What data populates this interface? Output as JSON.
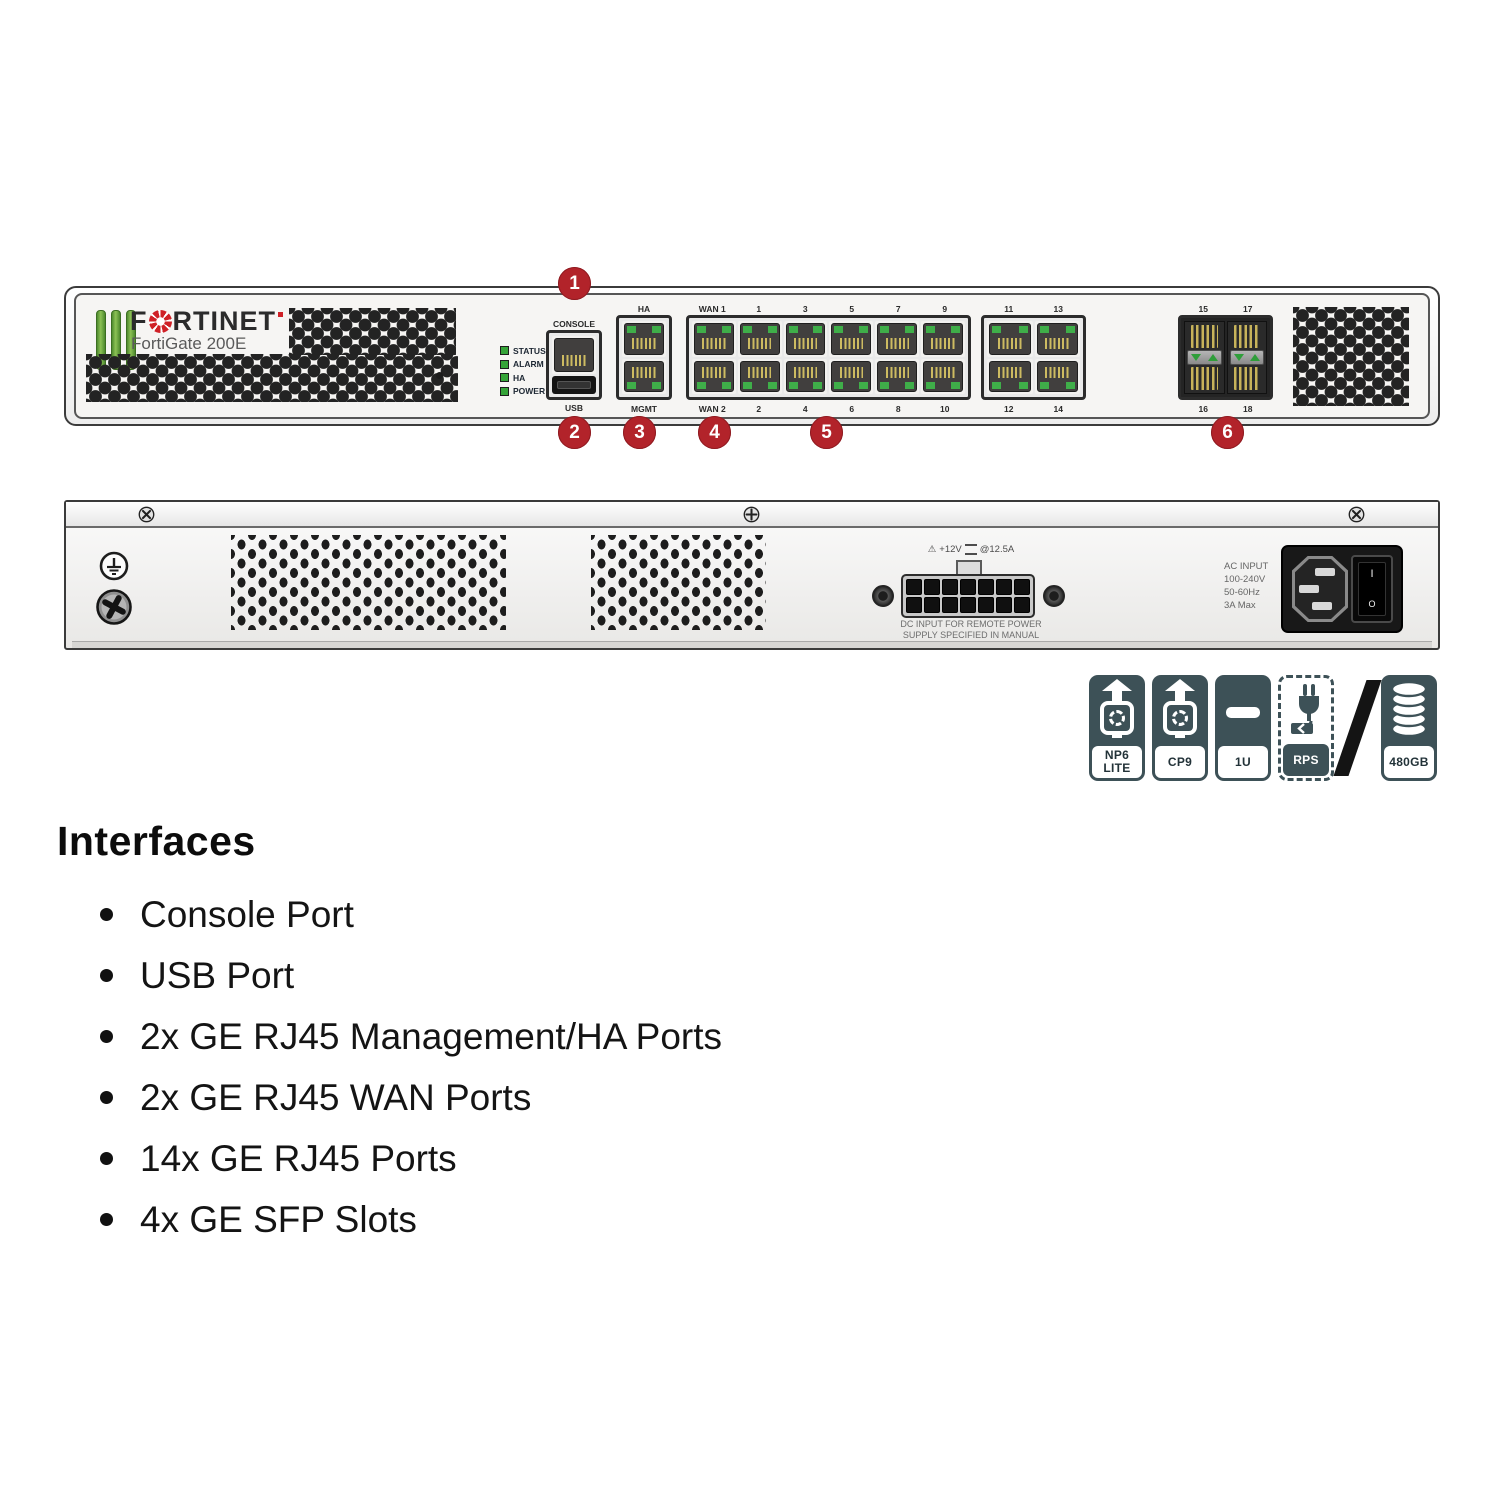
{
  "front_panel": {
    "brand": "FORTINET",
    "model": "FortiGate 200E",
    "leds": [
      "STATUS",
      "ALARM",
      "HA",
      "POWER"
    ],
    "console_label": "CONSOLE",
    "usb_label": "USB",
    "ha_label": "HA",
    "mgmt_label": "MGMT",
    "rj45_block1_top": [
      "WAN 1",
      "1",
      "3",
      "5",
      "7",
      "9"
    ],
    "rj45_block1_bottom": [
      "WAN 2",
      "2",
      "4",
      "6",
      "8",
      "10"
    ],
    "rj45_block2_top": [
      "11",
      "13"
    ],
    "rj45_block2_bottom": [
      "12",
      "14"
    ],
    "sfp_top": [
      "15",
      "17"
    ],
    "sfp_bottom": [
      "16",
      "18"
    ],
    "callouts": [
      "1",
      "2",
      "3",
      "4",
      "5",
      "6"
    ]
  },
  "rear_panel": {
    "dc_warning_sign": "⚠",
    "dc_warning_volts": "+12V",
    "dc_warning_amps": "@12.5A",
    "dc_note_line1": "DC INPUT FOR REMOTE POWER",
    "dc_note_line2": "SUPPLY SPECIFIED IN MANUAL",
    "ac_lines": [
      "AC INPUT",
      "100-240V",
      "50-60Hz",
      "3A Max"
    ],
    "switch_on": "I",
    "switch_off": "O"
  },
  "badges": [
    {
      "icon": "chip-icon",
      "label": "NP6\nLITE"
    },
    {
      "icon": "chip-icon",
      "label": "CP9"
    },
    {
      "icon": "rack-1u-icon",
      "label": "1U"
    },
    {
      "icon": "power-plug-icon",
      "label": "RPS",
      "style": "rps"
    },
    {
      "icon": "disk-stack-icon",
      "label": "480GB"
    }
  ],
  "interfaces_section": {
    "title": "Interfaces",
    "items": [
      "Console Port",
      "USB Port",
      "2x GE RJ45 Management/HA Ports",
      "2x GE RJ45 WAN Ports",
      "14x GE RJ45 Ports",
      "4x GE SFP Slots"
    ]
  },
  "colors": {
    "callout_red": "#b2232a",
    "port_green": "#3fae49",
    "pin_gold": "#c9b85c",
    "badge_slate": "#3d5157",
    "logo_green": "#76b043",
    "logo_red": "#cf2127"
  }
}
